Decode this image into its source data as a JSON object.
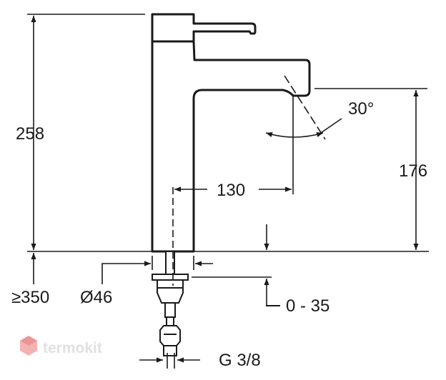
{
  "dimensions": {
    "total_height": "258",
    "spout_height": "176",
    "spout_reach": "130",
    "spout_angle": "30°",
    "hose_length": "≥350",
    "base_diameter": "Ø46",
    "deck_thickness": "0 - 35",
    "connection_thread": "G 3/8"
  },
  "watermark": {
    "text": "termokit"
  }
}
